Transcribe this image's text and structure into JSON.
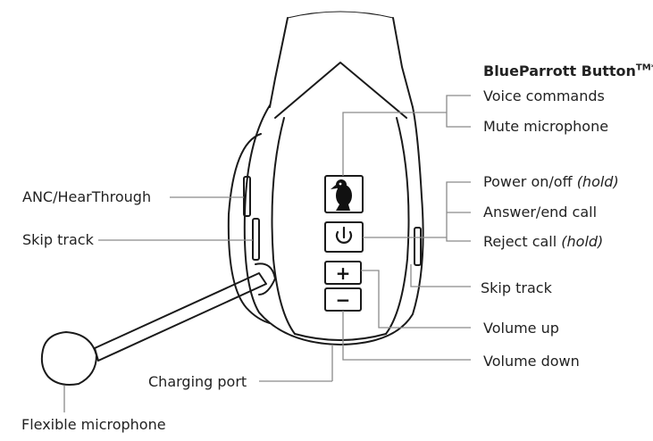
{
  "title": "BlueParrott Button",
  "title_superscript": "TM*",
  "labels": {
    "voice_commands": "Voice commands",
    "mute_microphone": "Mute microphone",
    "power_on_off": "Power on/off",
    "power_on_off_note": "(hold)",
    "answer_end_call": "Answer/end call",
    "reject_call": "Reject call",
    "reject_call_note": "(hold)",
    "skip_track_right": "Skip track",
    "volume_up": "Volume up",
    "volume_down": "Volume down",
    "charging_port": "Charging port",
    "anc_hearthrough": "ANC/HearThrough",
    "skip_track_left": "Skip track",
    "flexible_microphone": "Flexible microphone"
  },
  "buttons": {
    "plus_symbol": "+",
    "minus_symbol": "−"
  },
  "icons": [
    "parrot-icon",
    "power-icon"
  ],
  "colors": {
    "stroke": "#1a1a1a",
    "leader": "#8a8a8a",
    "text": "#222222"
  }
}
